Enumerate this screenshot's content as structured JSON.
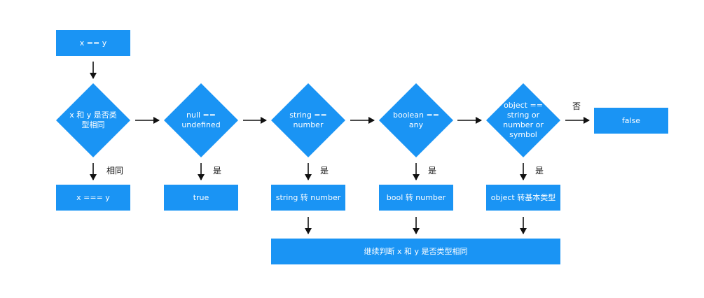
{
  "nodes": {
    "start": "x == y",
    "d1": "x 和 y 是否类型相同",
    "d2": "null == undefined",
    "d3": "string == number",
    "d4": "boolean == any",
    "d5": "object == string or number or symbol",
    "r1": "x === y",
    "r2": "true",
    "r3": "string 转 number",
    "r4": "bool 转 number",
    "r5": "object 转基本类型",
    "false_box": "false",
    "continue_box": "继续判断 x 和 y 是否类型相同"
  },
  "labels": {
    "same": "相同",
    "yes2": "是",
    "yes3": "是",
    "yes4": "是",
    "yes5": "是",
    "no": "否"
  },
  "colors": {
    "node_fill": "#1a94f4",
    "node_text": "#ffffff",
    "arrow": "#111111"
  }
}
